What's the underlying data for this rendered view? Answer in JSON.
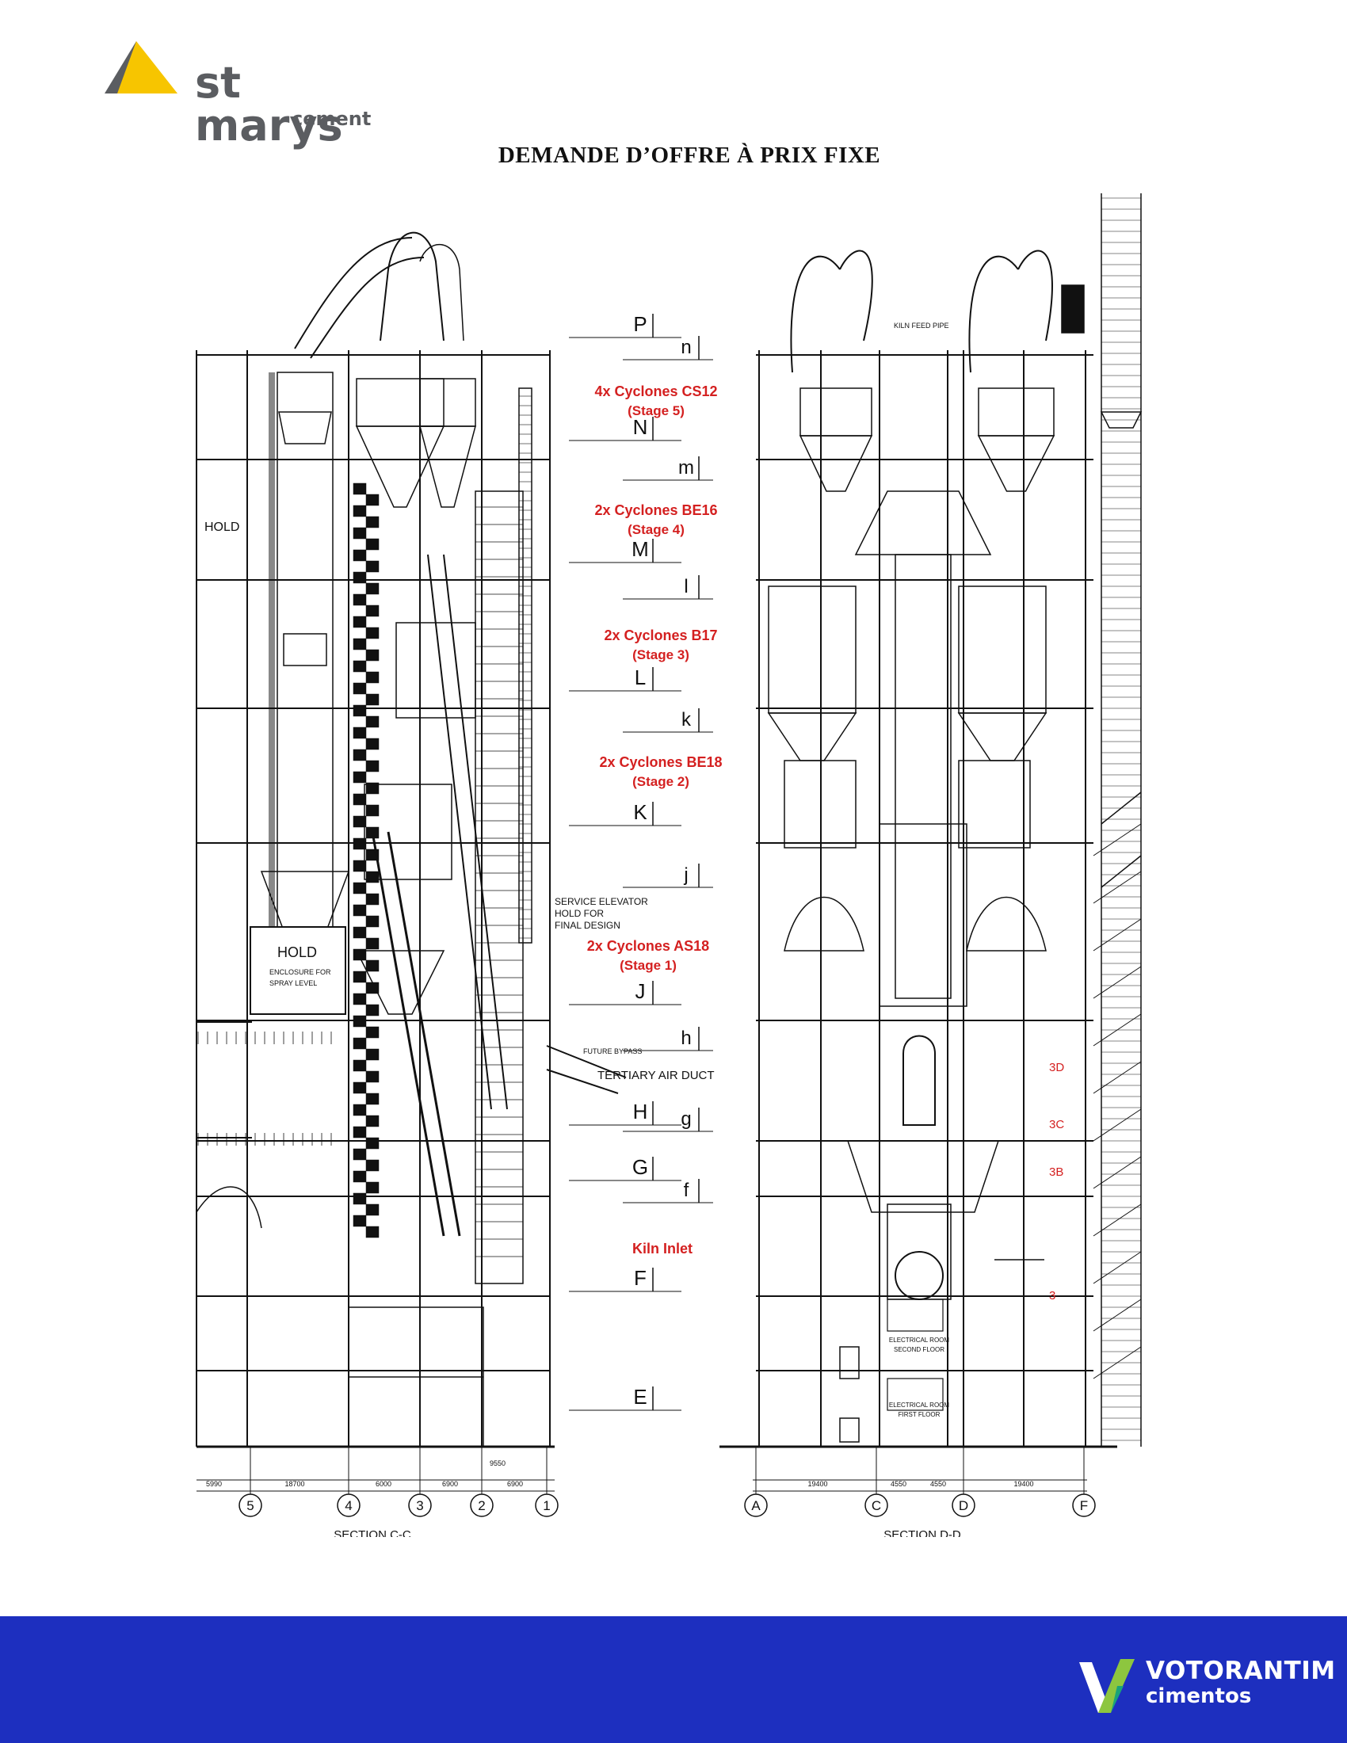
{
  "header": {
    "company_name": "st marys",
    "company_sub": "cement",
    "doc_title": "DEMANDE D’OFFRE À PRIX FIXE"
  },
  "drawing": {
    "stages": [
      {
        "name": "4x Cyclones CS12",
        "stage": "(Stage 5)"
      },
      {
        "name": "2x Cyclones BE16",
        "stage": "(Stage 4)"
      },
      {
        "name": "2x Cyclones B17",
        "stage": "(Stage 3)"
      },
      {
        "name": "2x Cyclones BE18",
        "stage": "(Stage 2)"
      },
      {
        "name": "2x Cyclones AS18",
        "stage": "(Stage 1)"
      }
    ],
    "kiln_inlet": "Kiln Inlet",
    "levels_left": [
      "P",
      "N",
      "M",
      "L",
      "K",
      "J",
      "H",
      "G",
      "F",
      "E"
    ],
    "levels_right": [
      "n",
      "m",
      "l",
      "k",
      "j",
      "h",
      "g",
      "f"
    ],
    "red_marks": [
      "3D",
      "3C",
      "3B",
      "3"
    ],
    "notes": {
      "hold_top": "HOLD",
      "hold_mid": "HOLD",
      "hold_enclosure": "ENCLOSURE FOR",
      "hold_spray": "SPRAY LEVEL",
      "service_elevator": [
        "SERVICE ELEVATOR",
        "HOLD FOR",
        "FINAL DESIGN"
      ],
      "future_bypass": "FUTURE BYPASS",
      "tertiary_air_duct": "TERTIARY AIR DUCT",
      "kiln_feed_pipe": "KILN FEED PIPE",
      "elec_room_second": [
        "ELECTRICAL ROOM",
        "SECOND FLOOR"
      ],
      "elec_room_first": [
        "ELECTRICAL ROOM",
        "FIRST FLOOR"
      ]
    },
    "section_left": {
      "axes": [
        "5",
        "4",
        "3",
        "2",
        "1"
      ],
      "dims": [
        "5990",
        "18700",
        "6000",
        "6900",
        "9550",
        "6900"
      ],
      "label": "SECTION C-C"
    },
    "section_right": {
      "axes": [
        "A",
        "C",
        "D",
        "F"
      ],
      "dims": [
        "19400",
        "4550",
        "4550",
        "19400"
      ],
      "label": "SECTION D-D"
    }
  },
  "footer": {
    "brand_name": "VOTORANTIM",
    "brand_sub": "cimentos",
    "bar_color": "#1d2fbf"
  }
}
